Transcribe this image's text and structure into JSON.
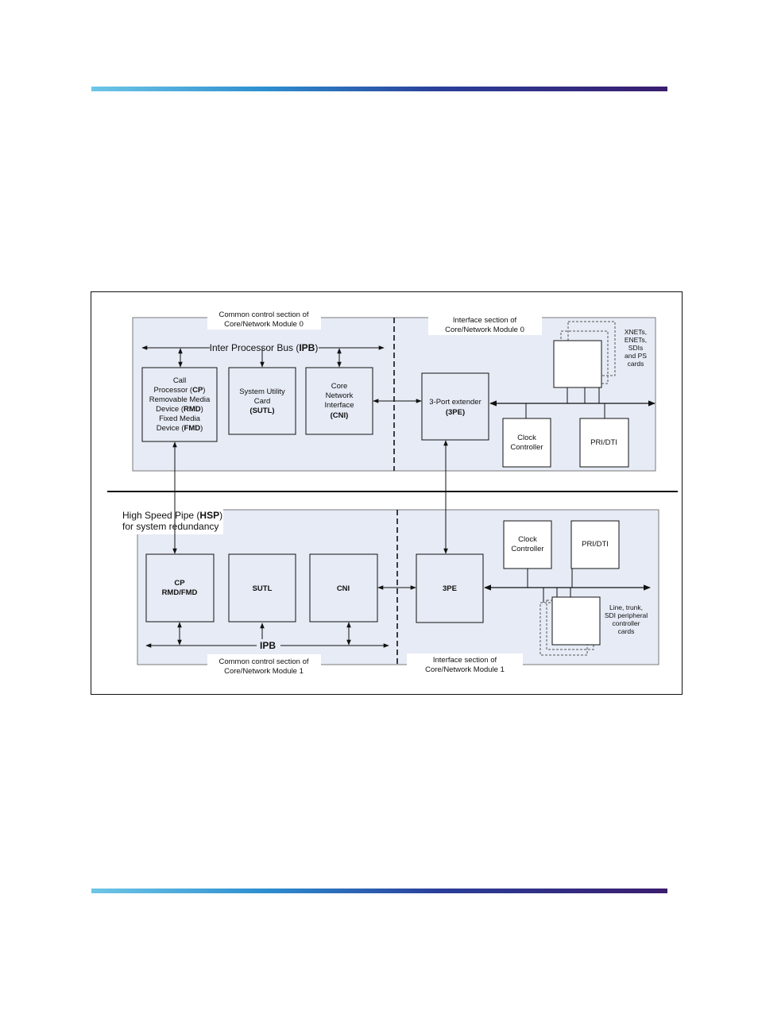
{
  "diagram": {
    "module0": {
      "common_caption": [
        "Common control section of",
        "Core/Network Module 0"
      ],
      "interface_caption": [
        "Interface section of",
        "Core/Network Module 0"
      ],
      "ipb_label_pre": "Inter Processor Bus (",
      "ipb_label_bold": "IPB",
      "ipb_label_post": ")",
      "cp_lines": [
        {
          "pre": "Call",
          "bold": "",
          "post": ""
        },
        {
          "pre": "Processor (",
          "bold": "CP",
          "post": ")"
        },
        {
          "pre": "Removable Media",
          "bold": "",
          "post": ""
        },
        {
          "pre": "Device (",
          "bold": "RMD",
          "post": ")"
        },
        {
          "pre": "Fixed Media",
          "bold": "",
          "post": ""
        },
        {
          "pre": "Device (",
          "bold": "FMD",
          "post": ")"
        }
      ],
      "sutl_lines": [
        "System Utility",
        "Card"
      ],
      "sutl_bold": "(SUTL)",
      "cni_lines": [
        "Core",
        "Network",
        "Interface"
      ],
      "cni_bold": "(CNI)",
      "pe_line": "3-Port extender",
      "pe_bold": "(3PE)",
      "clock_lines": [
        "Clock",
        "Controller"
      ],
      "pri": "PRI/DTI",
      "cards_lines": [
        "XNETs,",
        "ENETs,",
        "SDIs",
        "and PS",
        "cards"
      ]
    },
    "hsp_label_pre": "High Speed Pipe (",
    "hsp_label_bold": "HSP",
    "hsp_label_post": ")",
    "hsp_label_line2": "for system redundancy",
    "module1": {
      "common_caption": [
        "Common control section of",
        "Core/Network Module 1"
      ],
      "interface_caption": [
        "Interface section of",
        "Core/Network Module 1"
      ],
      "ipb_label": "IPB",
      "cp_lines": [
        "CP",
        "RMD/FMD"
      ],
      "sutl": "SUTL",
      "cni": "CNI",
      "pe": "3PE",
      "clock_lines": [
        "Clock",
        "Controller"
      ],
      "pri": "PRI/DTI",
      "cards_lines": [
        "Line, trunk,",
        "SDI peripheral",
        "controller",
        "cards"
      ]
    }
  },
  "colors": {
    "section_fill": "#e6ebf5",
    "line": "#111111",
    "rule_start": "#6ec6e6",
    "rule_end": "#3a1d6e"
  }
}
